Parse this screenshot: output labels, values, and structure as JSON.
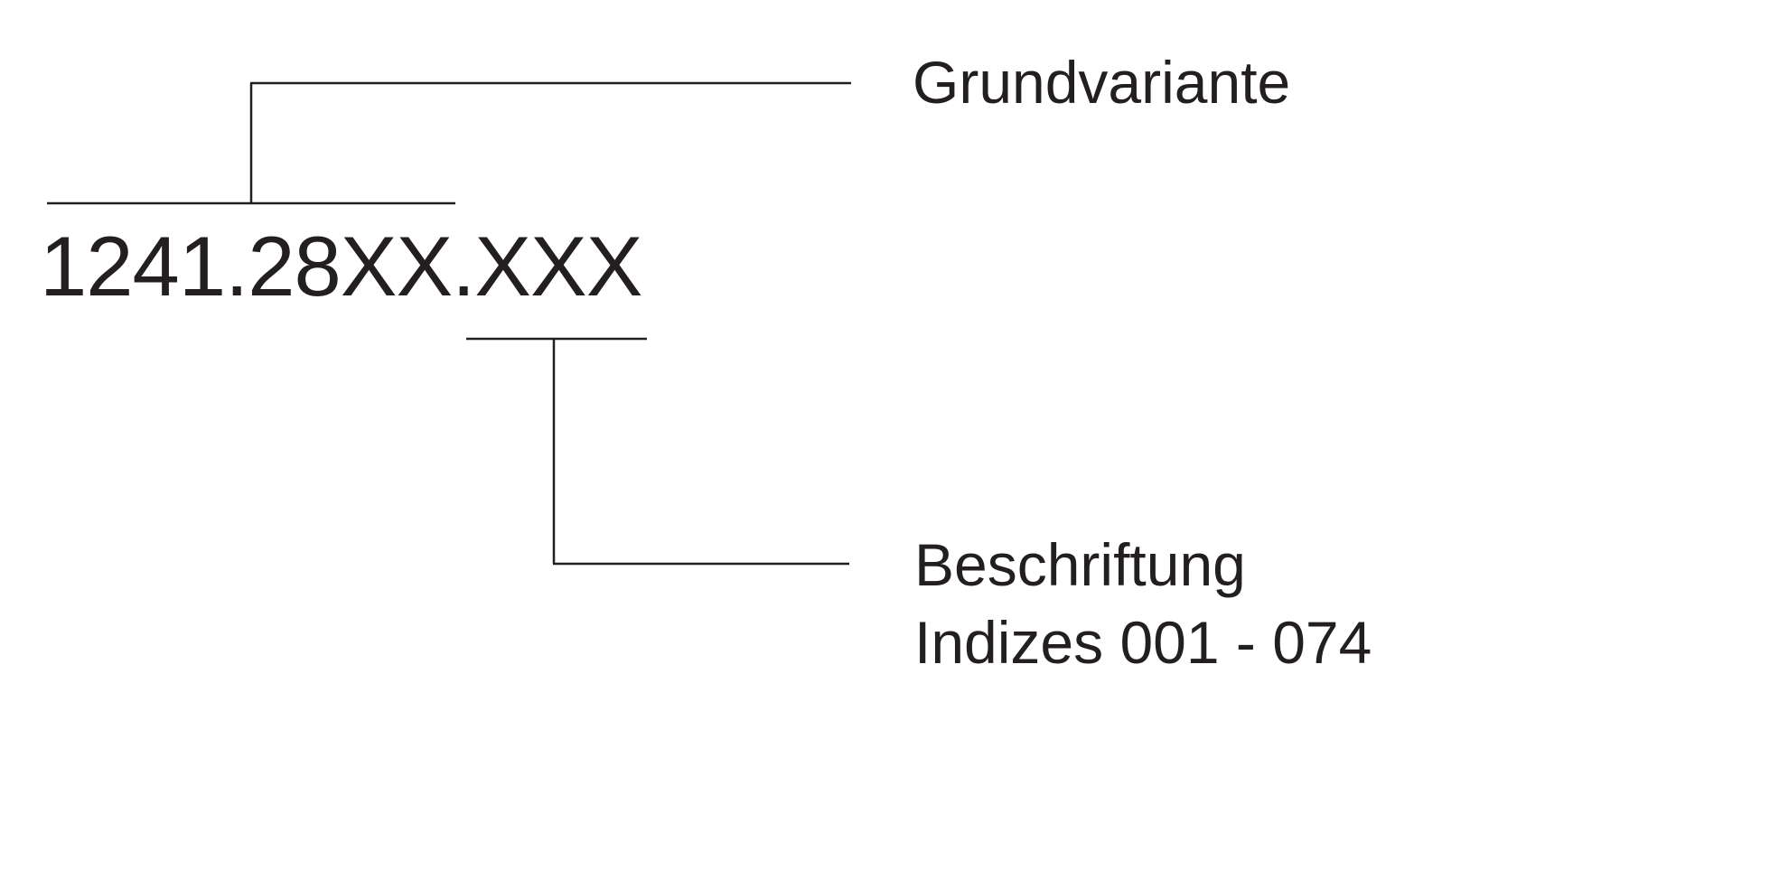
{
  "code": "1241.28XX.XXX",
  "labels": {
    "base_variant": "Grundvariante",
    "lettering_line1": "Beschriftung",
    "lettering_line2": "Indizes 001 - 074"
  },
  "colors": {
    "ink": "#231f20",
    "background": "#ffffff"
  }
}
